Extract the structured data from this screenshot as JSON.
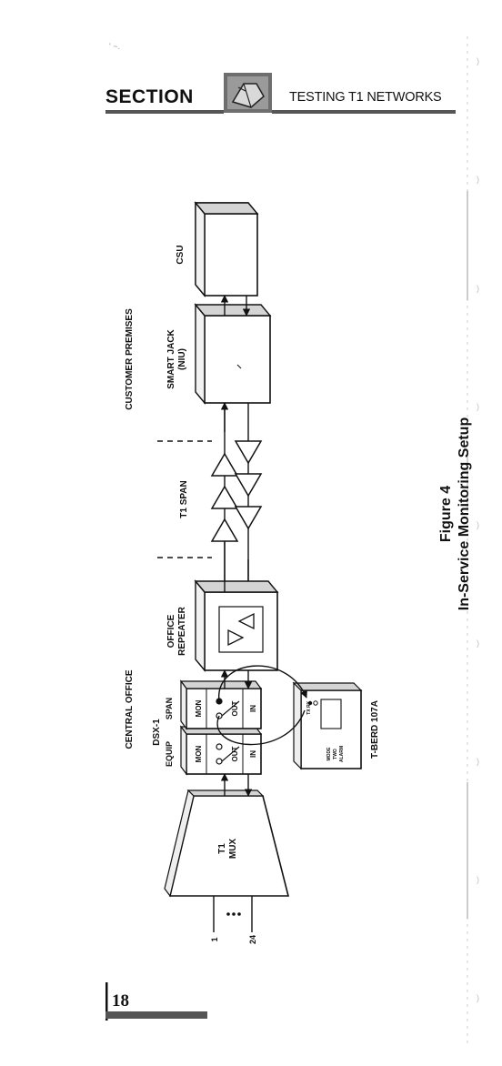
{
  "header": {
    "section_label": "SECTION",
    "title": "TESTING T1 NETWORKS"
  },
  "figure": {
    "number": "Figure 4",
    "caption": "In-Service Monitoring Setup",
    "labels": {
      "customer_premises": "CUSTOMER PREMISES",
      "csu": "CSU",
      "smart_jack_line1": "SMART JACK",
      "smart_jack_line2": "(NIU)",
      "t1_span": "T1 SPAN",
      "office_repeater_line1": "OFFICE",
      "office_repeater_line2": "REPEATER",
      "central_office": "CENTRAL OFFICE",
      "dsx1": "DSX-1",
      "equip": "EQUIP",
      "span": "SPAN",
      "mon": "MON",
      "out": "OUT",
      "in": "IN",
      "t1_mux_line1": "T1",
      "t1_mux_line2": "MUX",
      "channel_first": "1",
      "channel_last": "24",
      "tberd": "T-BERD 107A",
      "tberd_tx_rx": "TX RX",
      "tberd_panel_line1": "MODE",
      "tberd_panel_line2": "TWO",
      "tberd_panel_line3": "ALARM"
    }
  },
  "footer": {
    "page_number": "18"
  }
}
